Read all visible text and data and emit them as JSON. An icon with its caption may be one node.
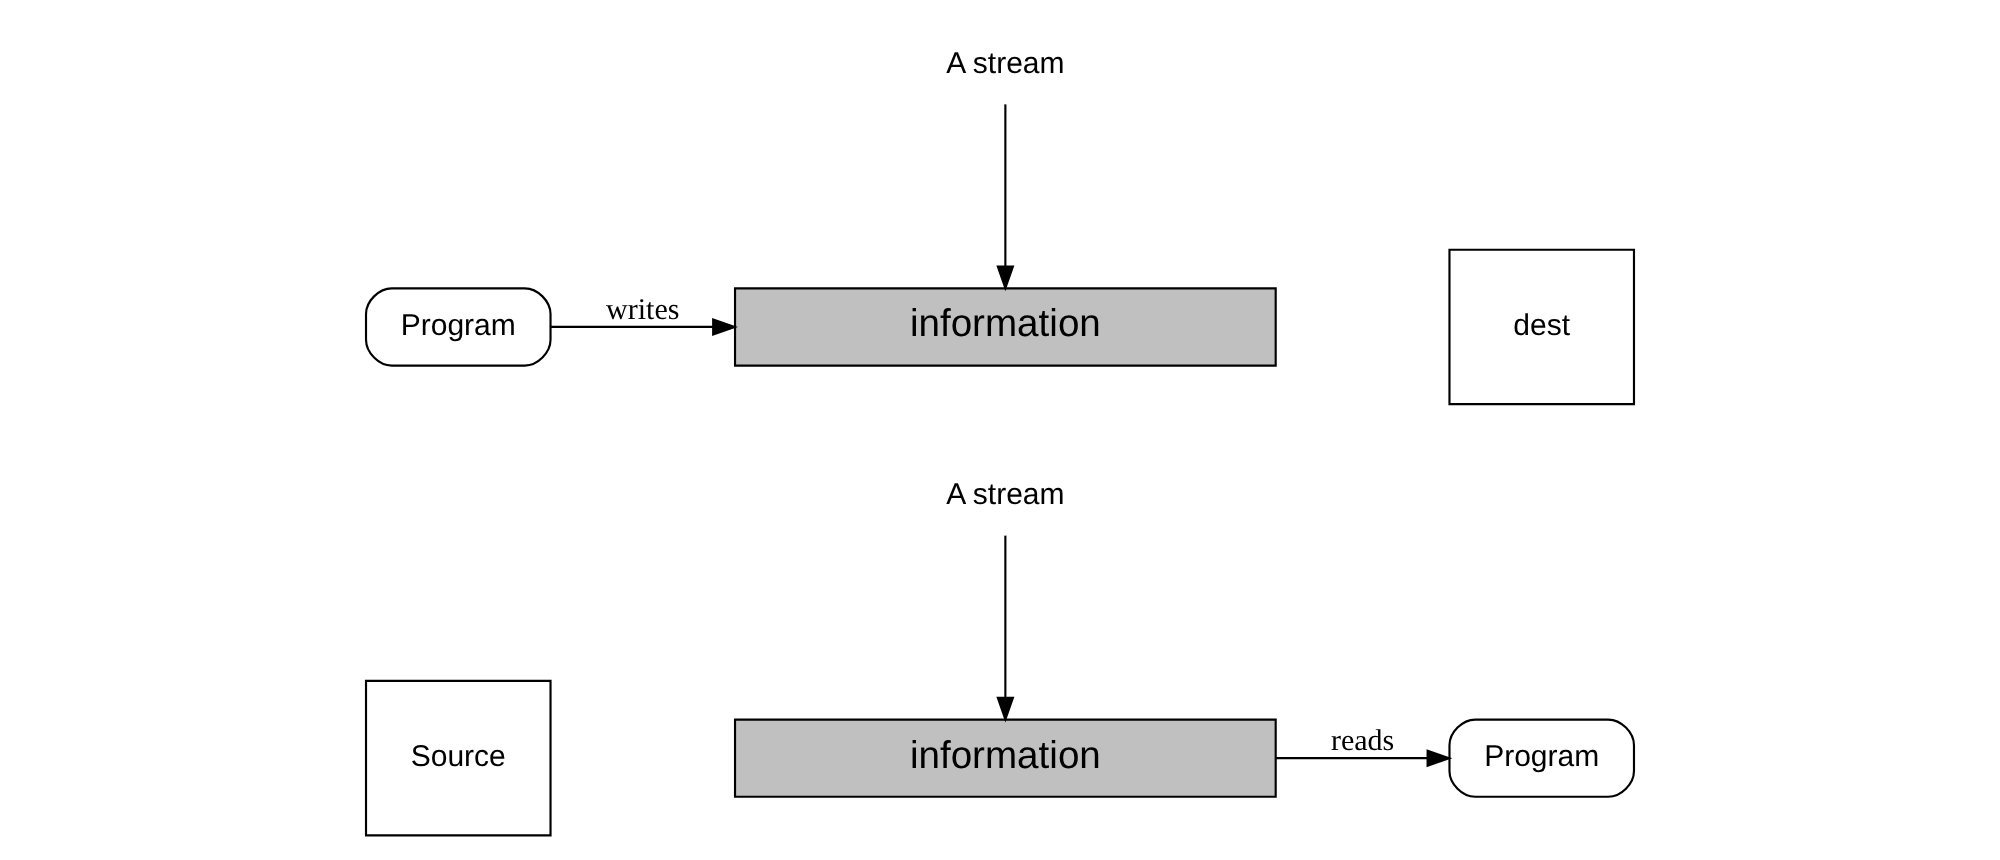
{
  "diagram": {
    "nodes": [
      {
        "text": [
          "Source"
        ]
      },
      {
        "text": [
          "information"
        ]
      },
      {
        "text": [
          "Program"
        ]
      },
      {
        "text": [
          "A stream"
        ]
      },
      {
        "text": [
          "Program"
        ]
      },
      {
        "text": [
          "information"
        ]
      },
      {
        "text": [
          "dest"
        ]
      },
      {
        "text": [
          "A stream"
        ]
      }
    ],
    "edges": [
      {
        "from": 1,
        "to": 2,
        "arrow": "to",
        "label": "reads"
      },
      {
        "from": 3,
        "to": 1,
        "arrow": "to"
      },
      {
        "from": 4,
        "to": 5,
        "arrow": "to",
        "label": "writes"
      },
      {
        "from": 7,
        "to": 5,
        "arrow": "to"
      }
    ]
  }
}
